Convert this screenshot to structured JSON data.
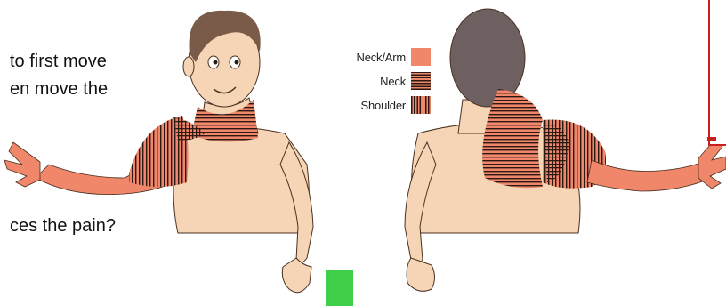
{
  "question": {
    "line1": "to first move",
    "line2": "en move the",
    "line3": "ces the pain?"
  },
  "legend": {
    "items": [
      {
        "label": "Neck/Arm",
        "pattern": "solid"
      },
      {
        "label": "Neck",
        "pattern": "horizontal-stripes"
      },
      {
        "label": "Shoulder",
        "pattern": "vertical-stripes"
      }
    ]
  },
  "colors": {
    "skin": "#F5D5B5",
    "pain": "#F0866A",
    "hair": "#7a5a48",
    "stripe": "#2a1a12",
    "green_button": "#3fcf4a",
    "alert_border": "#c81e1e"
  },
  "icons": {
    "front_figure": "person-front-icon",
    "back_figure": "person-back-icon"
  }
}
